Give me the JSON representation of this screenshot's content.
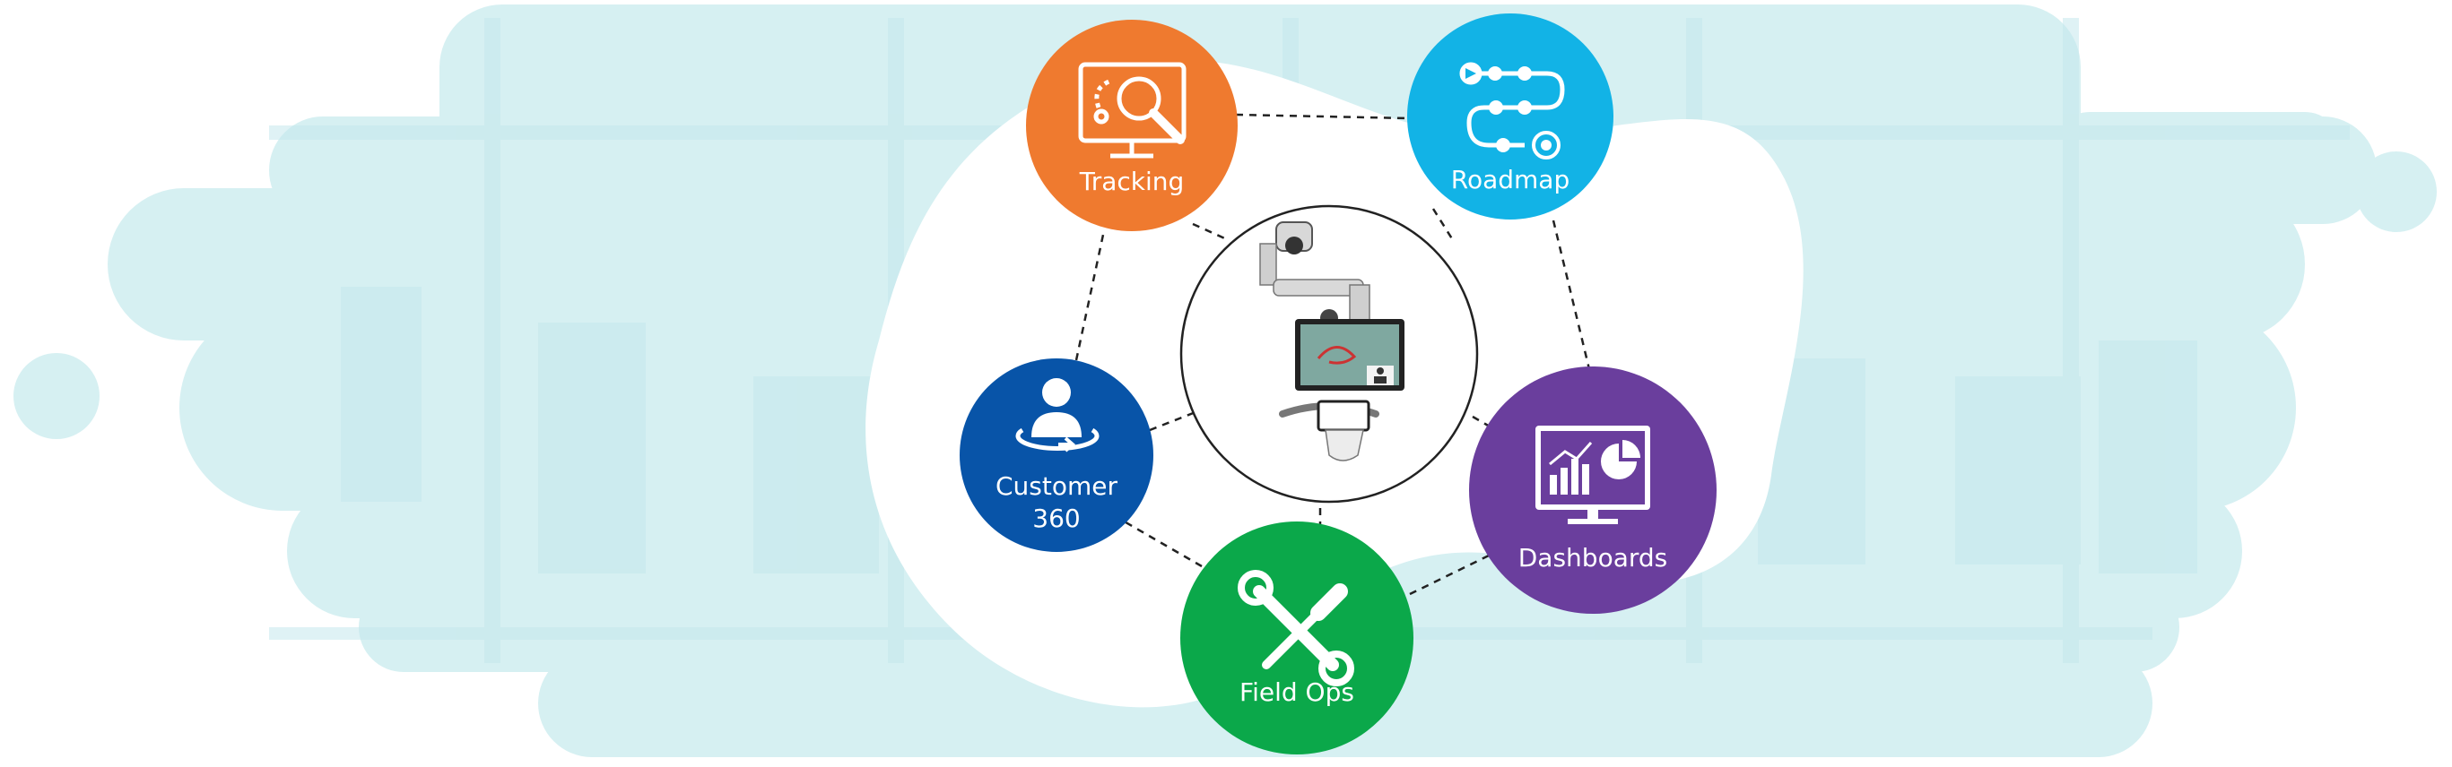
{
  "diagram": {
    "nodes": [
      {
        "id": "tracking",
        "label_lines": [
          "Tracking"
        ],
        "color": "#ef7a2f",
        "icon": "monitor-magnifier-icon"
      },
      {
        "id": "roadmap",
        "label_lines": [
          "Roadmap"
        ],
        "color": "#12b3e6",
        "icon": "roadmap-path-icon"
      },
      {
        "id": "dashboards",
        "label_lines": [
          "Dashboards"
        ],
        "color": "#6a3e9d",
        "icon": "monitor-chart-icon"
      },
      {
        "id": "field-ops",
        "label_lines": [
          "Field Ops"
        ],
        "color": "#0ba84a",
        "icon": "wrench-screwdriver-icon"
      },
      {
        "id": "customer-360",
        "label_lines": [
          "Customer",
          "360"
        ],
        "color": "#0854a8",
        "icon": "person-rotate-icon"
      }
    ],
    "center": {
      "icon": "telepresence-robot-icon"
    },
    "connector": {
      "style": "dashed",
      "color": "#222222"
    },
    "background": {
      "cloud_color": "#d6f0f2",
      "blob_color": "#ffffff"
    }
  }
}
